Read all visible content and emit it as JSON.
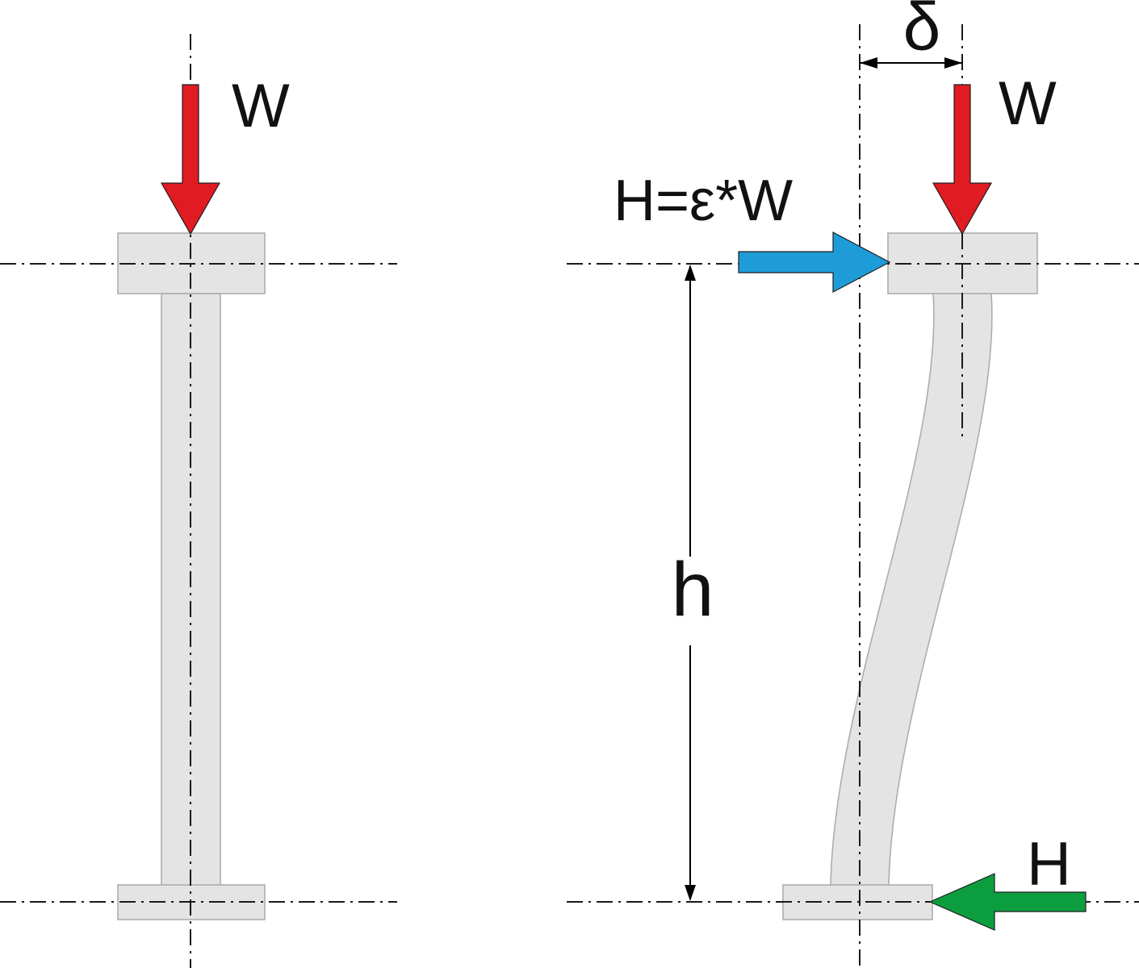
{
  "figure": {
    "left_column": {
      "load_label": "W"
    },
    "right_column": {
      "load_label": "W",
      "deflection_label": "δ",
      "horizontal_force_label": "H=ε*W",
      "height_label": "h",
      "base_reaction_label": "H"
    },
    "colors": {
      "vertical_load_arrow": "#e11b22",
      "horizontal_force_arrow": "#1e9cd8",
      "base_reaction_arrow": "#0c9e3e",
      "column_fill": "#e4e4e4",
      "column_stroke": "#adadad",
      "centerline": "#1a1a1a"
    }
  }
}
